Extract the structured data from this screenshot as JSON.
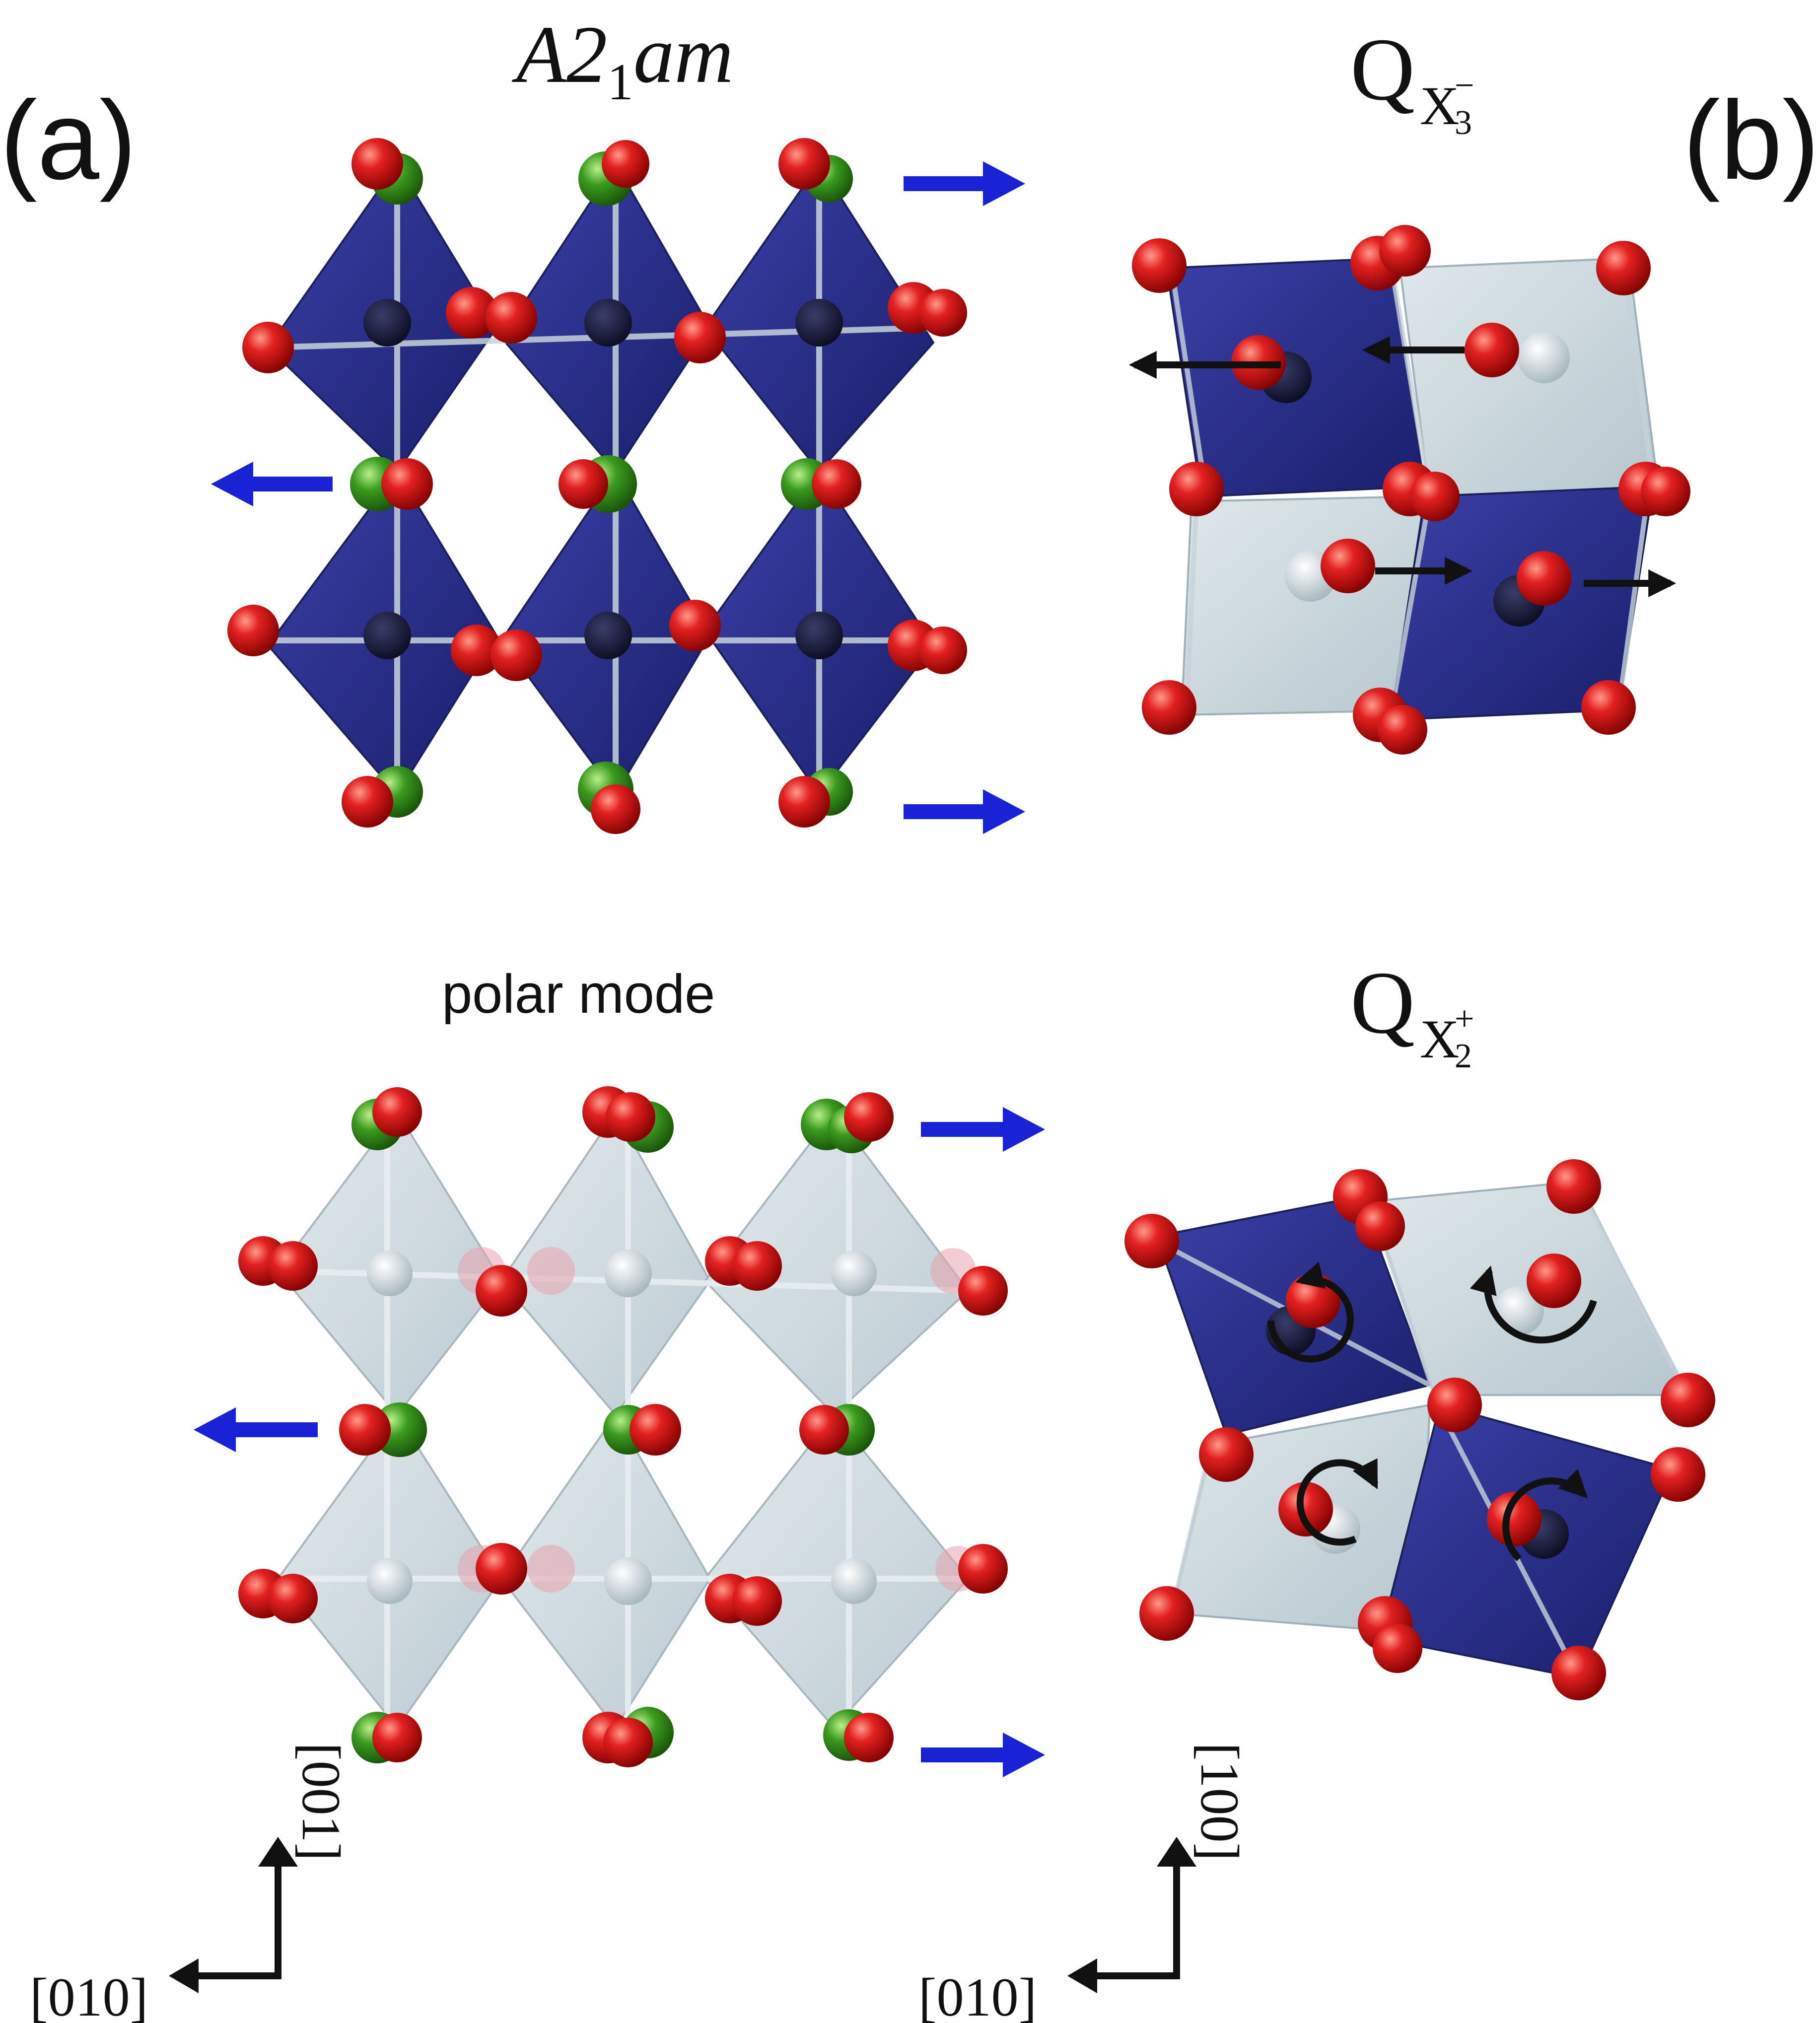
{
  "panel_a": {
    "label": "(a)",
    "title": {
      "main": "A2",
      "sub": "1",
      "tail": "am"
    },
    "subtitle": "polar mode"
  },
  "panel_b": {
    "label": "(b)",
    "mode_top": {
      "symbol": "Q",
      "sub": "X",
      "sub_index": "3",
      "sup": "−"
    },
    "mode_bottom": {
      "symbol": "Q",
      "sub": "X",
      "sub_index": "2",
      "sup": "+"
    }
  },
  "axes_left": {
    "vertical": "[001]",
    "horizontal": "[010]"
  },
  "axes_right": {
    "vertical": "[100]",
    "horizontal": "[010]"
  },
  "colors": {
    "oxygen": "#d81414",
    "a_site": "#3a9a1e",
    "octahedron_dark": "#2a2f8f",
    "octahedron_light": "#c5d2d8",
    "b_site_dark": "#15163a",
    "b_site_light": "#b8c8cf",
    "displacement_arrow": "#1a22d6",
    "axis_arrow": "#111111"
  }
}
